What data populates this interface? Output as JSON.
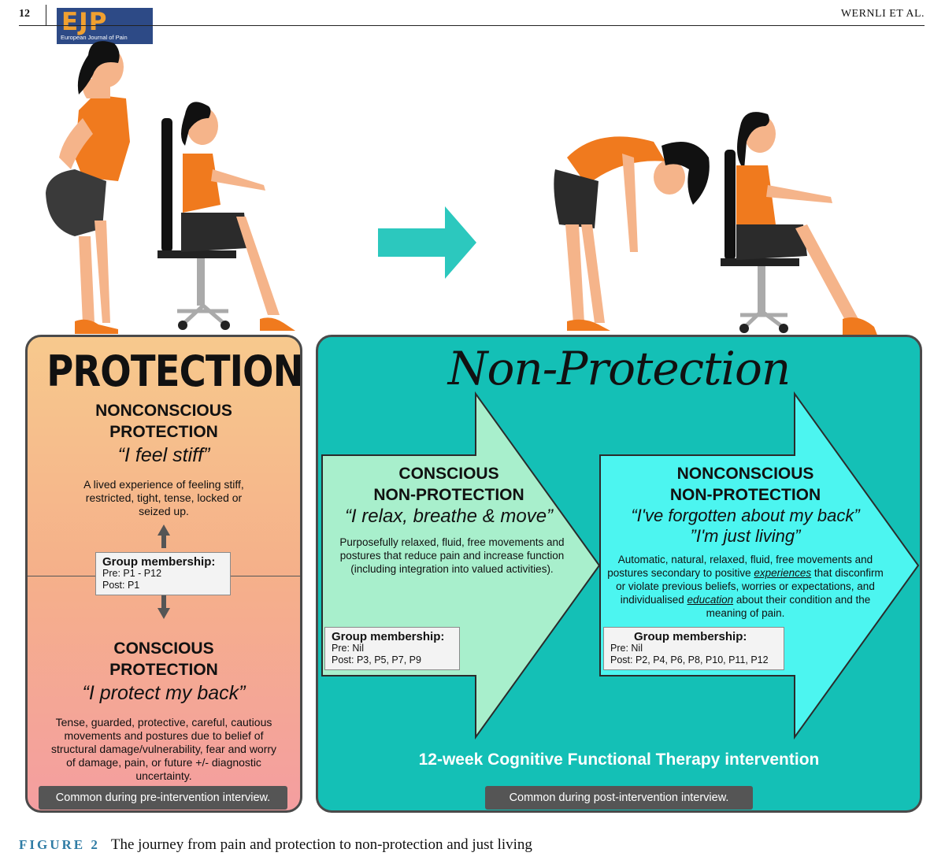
{
  "header": {
    "page_number": "12",
    "journal_logo_letters": "EJP",
    "journal_logo_subtitle": "European Journal of Pain",
    "running_head": "WERNLI ET AL."
  },
  "protection": {
    "title": "PROTECTION",
    "nonconscious": {
      "heading": [
        "NONCONSCIOUS",
        "PROTECTION"
      ],
      "quote": "“I feel stiff”",
      "description": "A lived experience of feeling stiff, restricted, tight, tense, locked or seized up."
    },
    "group": {
      "title": "Group membership:",
      "pre": "Pre: P1 - P12",
      "post": "Post: P1"
    },
    "conscious": {
      "heading": [
        "CONSCIOUS",
        "PROTECTION"
      ],
      "quote": "“I protect my back”",
      "description": "Tense, guarded, protective, careful, cautious movements and postures due to belief of structural damage/vulnerability, fear and worry of damage, pain, or future +/- diagnostic uncertainty."
    },
    "footer": "Common during pre-intervention interview."
  },
  "non_protection": {
    "title": "Non-Protection",
    "conscious": {
      "heading": [
        "CONSCIOUS",
        "NON-PROTECTION"
      ],
      "quote": "“I relax, breathe & move”",
      "description": "Purposefully relaxed, fluid, free movements and postures that reduce pain and increase function (including integration into valued activities).",
      "group": {
        "title": "Group membership:",
        "pre": "Pre: Nil",
        "post": "Post: P3, P5, P7, P9"
      }
    },
    "nonconscious": {
      "heading": [
        "NONCONSCIOUS",
        "NON-PROTECTION"
      ],
      "quote1": "“I've forgotten about my back”",
      "quote2": "”I'm just living”",
      "desc_part1": "Automatic, natural, relaxed, fluid, free movements and postures secondary to positive ",
      "desc_em1": "experiences",
      "desc_part2": " that disconfirm or violate previous beliefs, worries or expectations, and individualised ",
      "desc_em2": "education",
      "desc_part3": " about their condition and the meaning of pain.",
      "group": {
        "title": "Group membership:",
        "pre": "Pre: Nil",
        "post": "Post: P2, P4, P6, P8, P10, P11, P12"
      }
    },
    "intervention": "12-week Cognitive Functional Therapy intervention",
    "footer": "Common during post-intervention interview."
  },
  "caption": {
    "label": "FIGURE 2",
    "text": "The journey from pain and protection to non-protection and just living"
  },
  "colors": {
    "teal_panel": "#14c0b6",
    "light_green_arrow": "#a8efcc",
    "cyan_arrow": "#4cf5f0",
    "orange_shirt": "#f07a1e",
    "figure_label": "#2f7ca5"
  }
}
